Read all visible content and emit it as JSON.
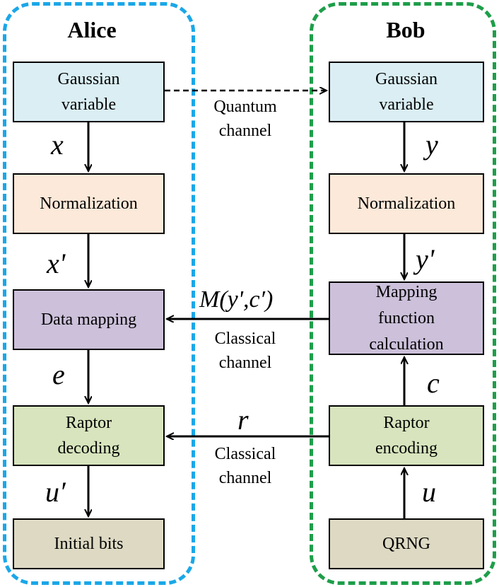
{
  "colors": {
    "alice_frame": "#1aa7e8",
    "bob_frame": "#1e9e4a",
    "gaussian_fill": "#daeef3",
    "normalization_fill": "#fde9d9",
    "mapping_fill": "#ccc0da",
    "raptor_fill": "#d7e4bd",
    "bits_fill": "#ddd9c3"
  },
  "alice": {
    "title": "Alice",
    "gaussian": "Gaussian\nvariable",
    "normalization": "Normalization",
    "data_mapping": "Data mapping",
    "raptor_decoding": "Raptor\ndecoding",
    "initial_bits": "Initial bits",
    "var_x": "x",
    "var_x_prime": "x'",
    "var_e": "e",
    "var_u_prime": "u′"
  },
  "bob": {
    "title": "Bob",
    "gaussian": "Gaussian\nvariable",
    "normalization": "Normalization",
    "mapping_function": "Mapping\nfunction\ncalculation",
    "raptor_encoding": "Raptor\nencoding",
    "qrng": "QRNG",
    "var_y": "y",
    "var_y_prime": "y'",
    "var_c": "c",
    "var_u": "u"
  },
  "channels": {
    "quantum": "Quantum\nchannel",
    "classical_1": "Classical\nchannel",
    "classical_2": "Classical\nchannel",
    "msg_mapping": "M(y',c′)",
    "msg_r": "r"
  }
}
